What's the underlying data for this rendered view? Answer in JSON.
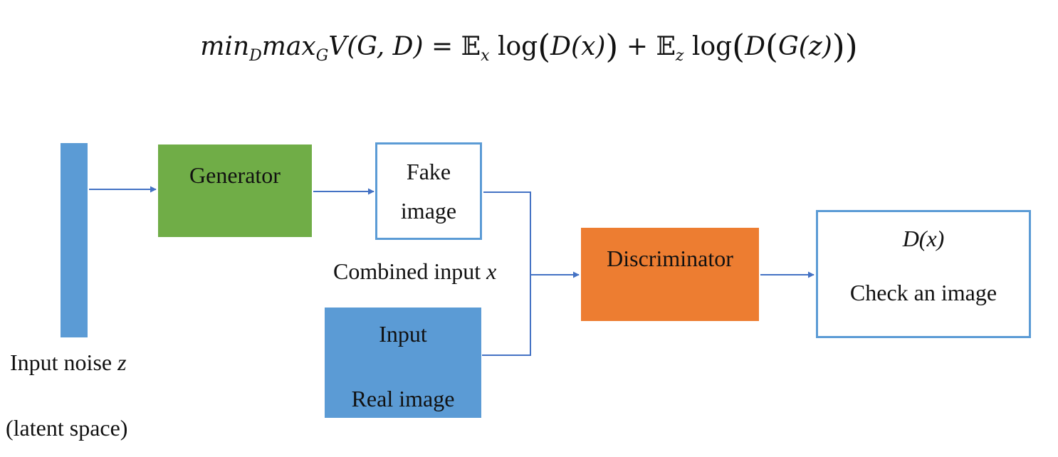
{
  "formula": {
    "min": "min",
    "min_sub": "D",
    "max": "max",
    "max_sub": "G",
    "lhs": "V(G, D) = ",
    "e1": "𝔼",
    "e1_sub": "x",
    "term1_log": " log",
    "term1_open": "(",
    "term1_body": "D(x)",
    "term1_close": ")",
    "plus": " + ",
    "e2": "𝔼",
    "e2_sub": "z",
    "term2_log": " log",
    "term2_open": "(",
    "term2_body_a": "D",
    "term2_inner_open": "(",
    "term2_body_b": "G(z)",
    "term2_inner_close": ")",
    "term2_close": ")"
  },
  "nodes": {
    "generator": "Generator",
    "fake_line1": "Fake",
    "fake_line2": "image",
    "discriminator": "Discriminator",
    "real_line1": "Input",
    "real_line2": "Real image",
    "output_line1": "D(x)",
    "output_line2": "Check an image"
  },
  "labels": {
    "combined_prefix": "Combined input ",
    "combined_var": "x",
    "noise_prefix": "Input noise ",
    "noise_var": "z",
    "latent": "(latent space)"
  },
  "colors": {
    "arrow": "#4472c4",
    "generator": "#70ad47",
    "discriminator": "#ed7d31",
    "noise": "#5b9bd5",
    "real": "#5b9bd5",
    "outline": "#5b9bd5"
  }
}
